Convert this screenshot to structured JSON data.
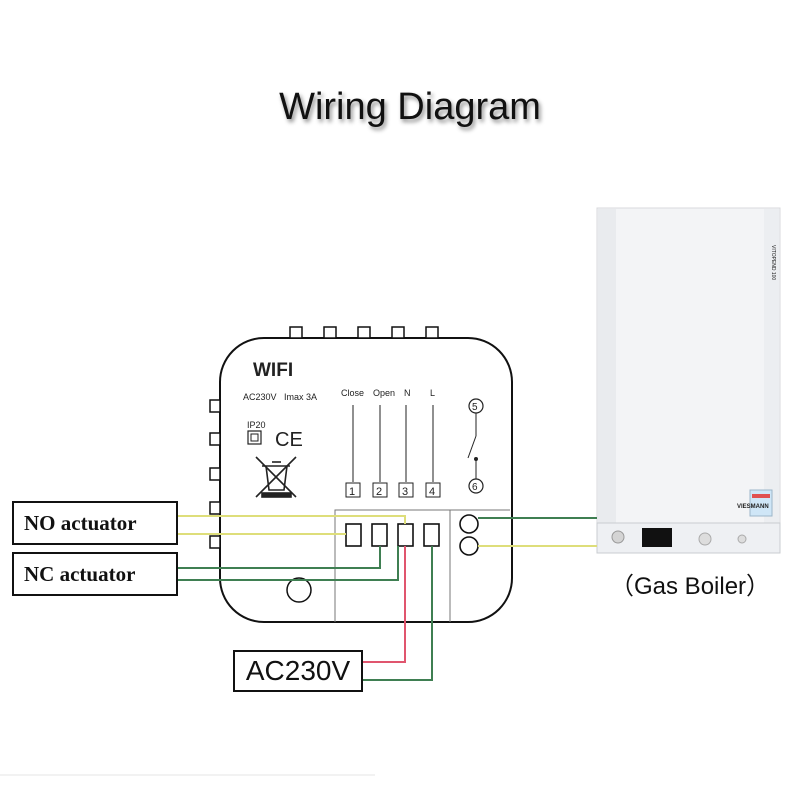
{
  "title": "Wiring Diagram",
  "thermostat": {
    "model": "WIFI",
    "rating": "AC230V   Imax 3A",
    "ip_rating": "IP20",
    "ce_mark": "CE",
    "terminal_labels": [
      "Close",
      "Open",
      "N",
      "L"
    ],
    "terminal_numbers": [
      "1",
      "2",
      "3",
      "4"
    ],
    "relay_numbers": [
      "5",
      "6"
    ]
  },
  "labels": {
    "no_actuator": "NO actuator",
    "nc_actuator": "NC actuator",
    "power": "AC230V",
    "boiler": "（Gas Boiler）"
  },
  "boiler": {
    "brand": "VIESMANN",
    "side_text": "VITOPEND 100"
  },
  "colors": {
    "live_wire": "#e0556e",
    "neutral_wire": "#3f7f52",
    "signal_wire": "#dede7a",
    "outline": "#111111"
  }
}
